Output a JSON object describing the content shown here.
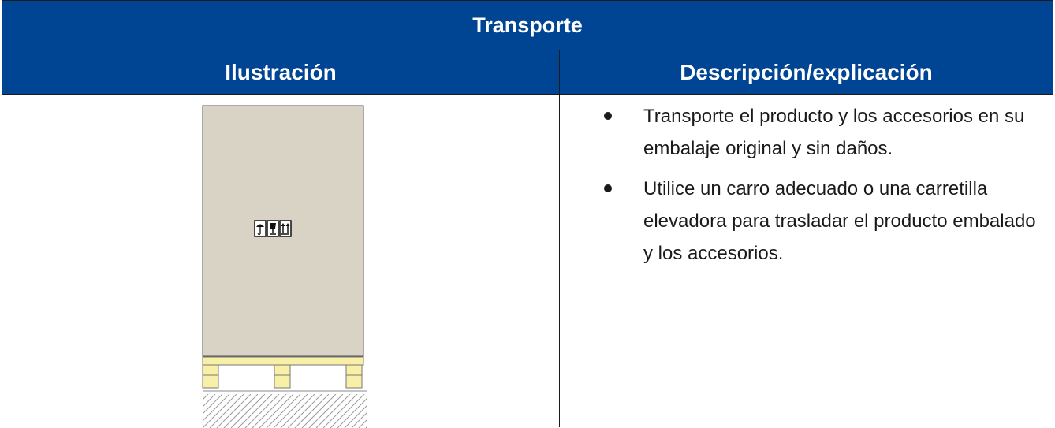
{
  "table": {
    "title": "Transporte",
    "columns": {
      "left": "Ilustración",
      "right": "Descripción/explicación"
    },
    "bullets": [
      "Transporte el producto y los accesorios en su embalaje original y sin daños.",
      "Utilice un carro adecuado o una carretilla elevadora para trasladar el producto embalado y los accesorios."
    ]
  },
  "colors": {
    "header_bg": "#004494",
    "header_text": "#ffffff",
    "box_fill": "#d9d3c6",
    "pallet_fill": "#f9f0a8"
  },
  "illustration": {
    "icons": [
      "umbrella-icon",
      "fragile-glass-icon",
      "this-way-up-icon"
    ]
  }
}
